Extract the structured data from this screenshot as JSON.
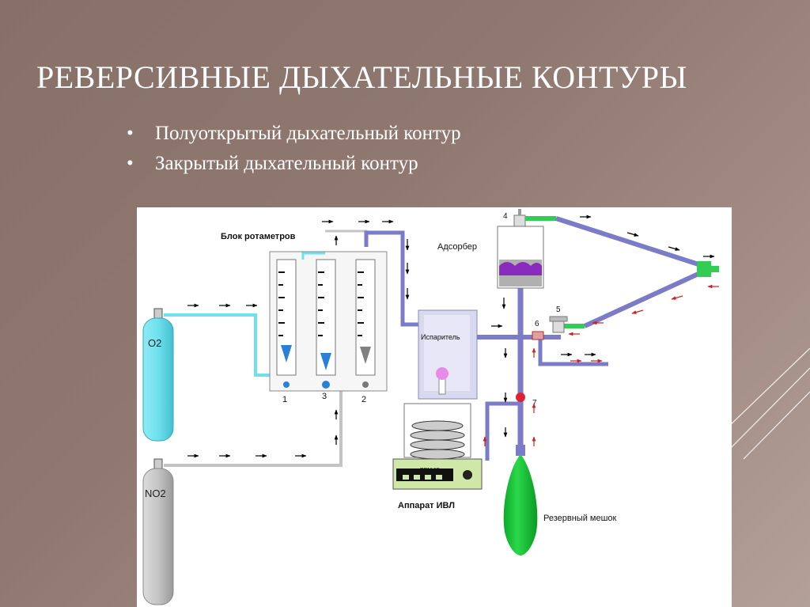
{
  "slide": {
    "title": "РЕВЕРСИВНЫЕ ДЫХАТЕЛЬНЫЕ КОНТУРЫ",
    "bullets": [
      "Полуоткрытый дыхательный контур",
      "Закрытый дыхательный контур"
    ]
  },
  "diagram": {
    "rotameter_block_label": "Блок ротаметров",
    "adsorber_label": "Адсорбер",
    "vaporizer_label": "Испаритель",
    "ventilator_label": "Аппарат ИВЛ",
    "ventilator_model": "ВРМ 15",
    "reserve_bag_label": "Резервный мешок",
    "cylinder_o2": "O2",
    "cylinder_no2": "NO2",
    "rotameter_numbers": [
      "1",
      "3",
      "2"
    ],
    "point_numbers": {
      "p4": "4",
      "p5": "5",
      "p6": "6",
      "p7": "7"
    },
    "colors": {
      "o2": "#6fe0ee",
      "no2": "#c4c4c4",
      "circuit": "#7b7bc8",
      "green_tube": "#33cc55",
      "bag": "#1fcc3d",
      "arrow_black": "#000000",
      "arrow_red": "#cc2222"
    }
  }
}
